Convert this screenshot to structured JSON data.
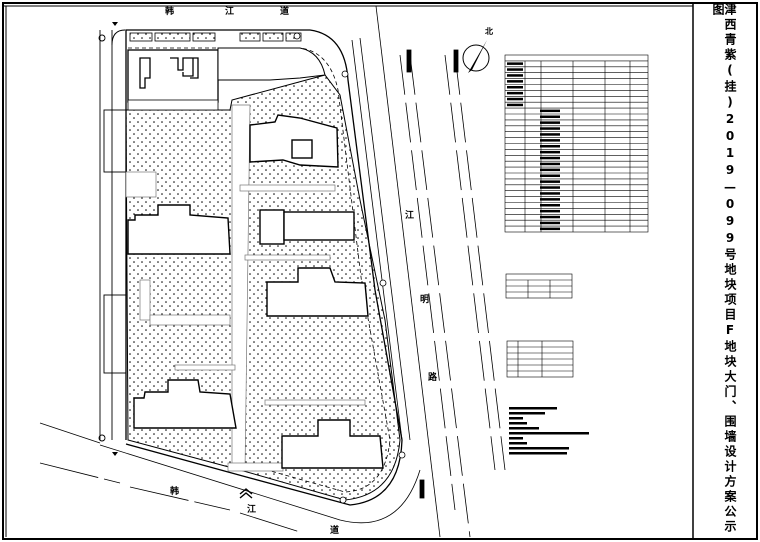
{
  "drawing": {
    "title": "津西青紫(挂)2019—099号地块项目F地块大门、围墙设计方案公示图",
    "north_label": "北",
    "roads": {
      "north": [
        "韩",
        "江",
        "道"
      ],
      "south": [
        "韩",
        "江",
        "道"
      ],
      "east": [
        "江",
        "明",
        "路"
      ]
    }
  },
  "colors": {
    "line": "#000000",
    "stipple": "#000000",
    "background": "#ffffff"
  }
}
